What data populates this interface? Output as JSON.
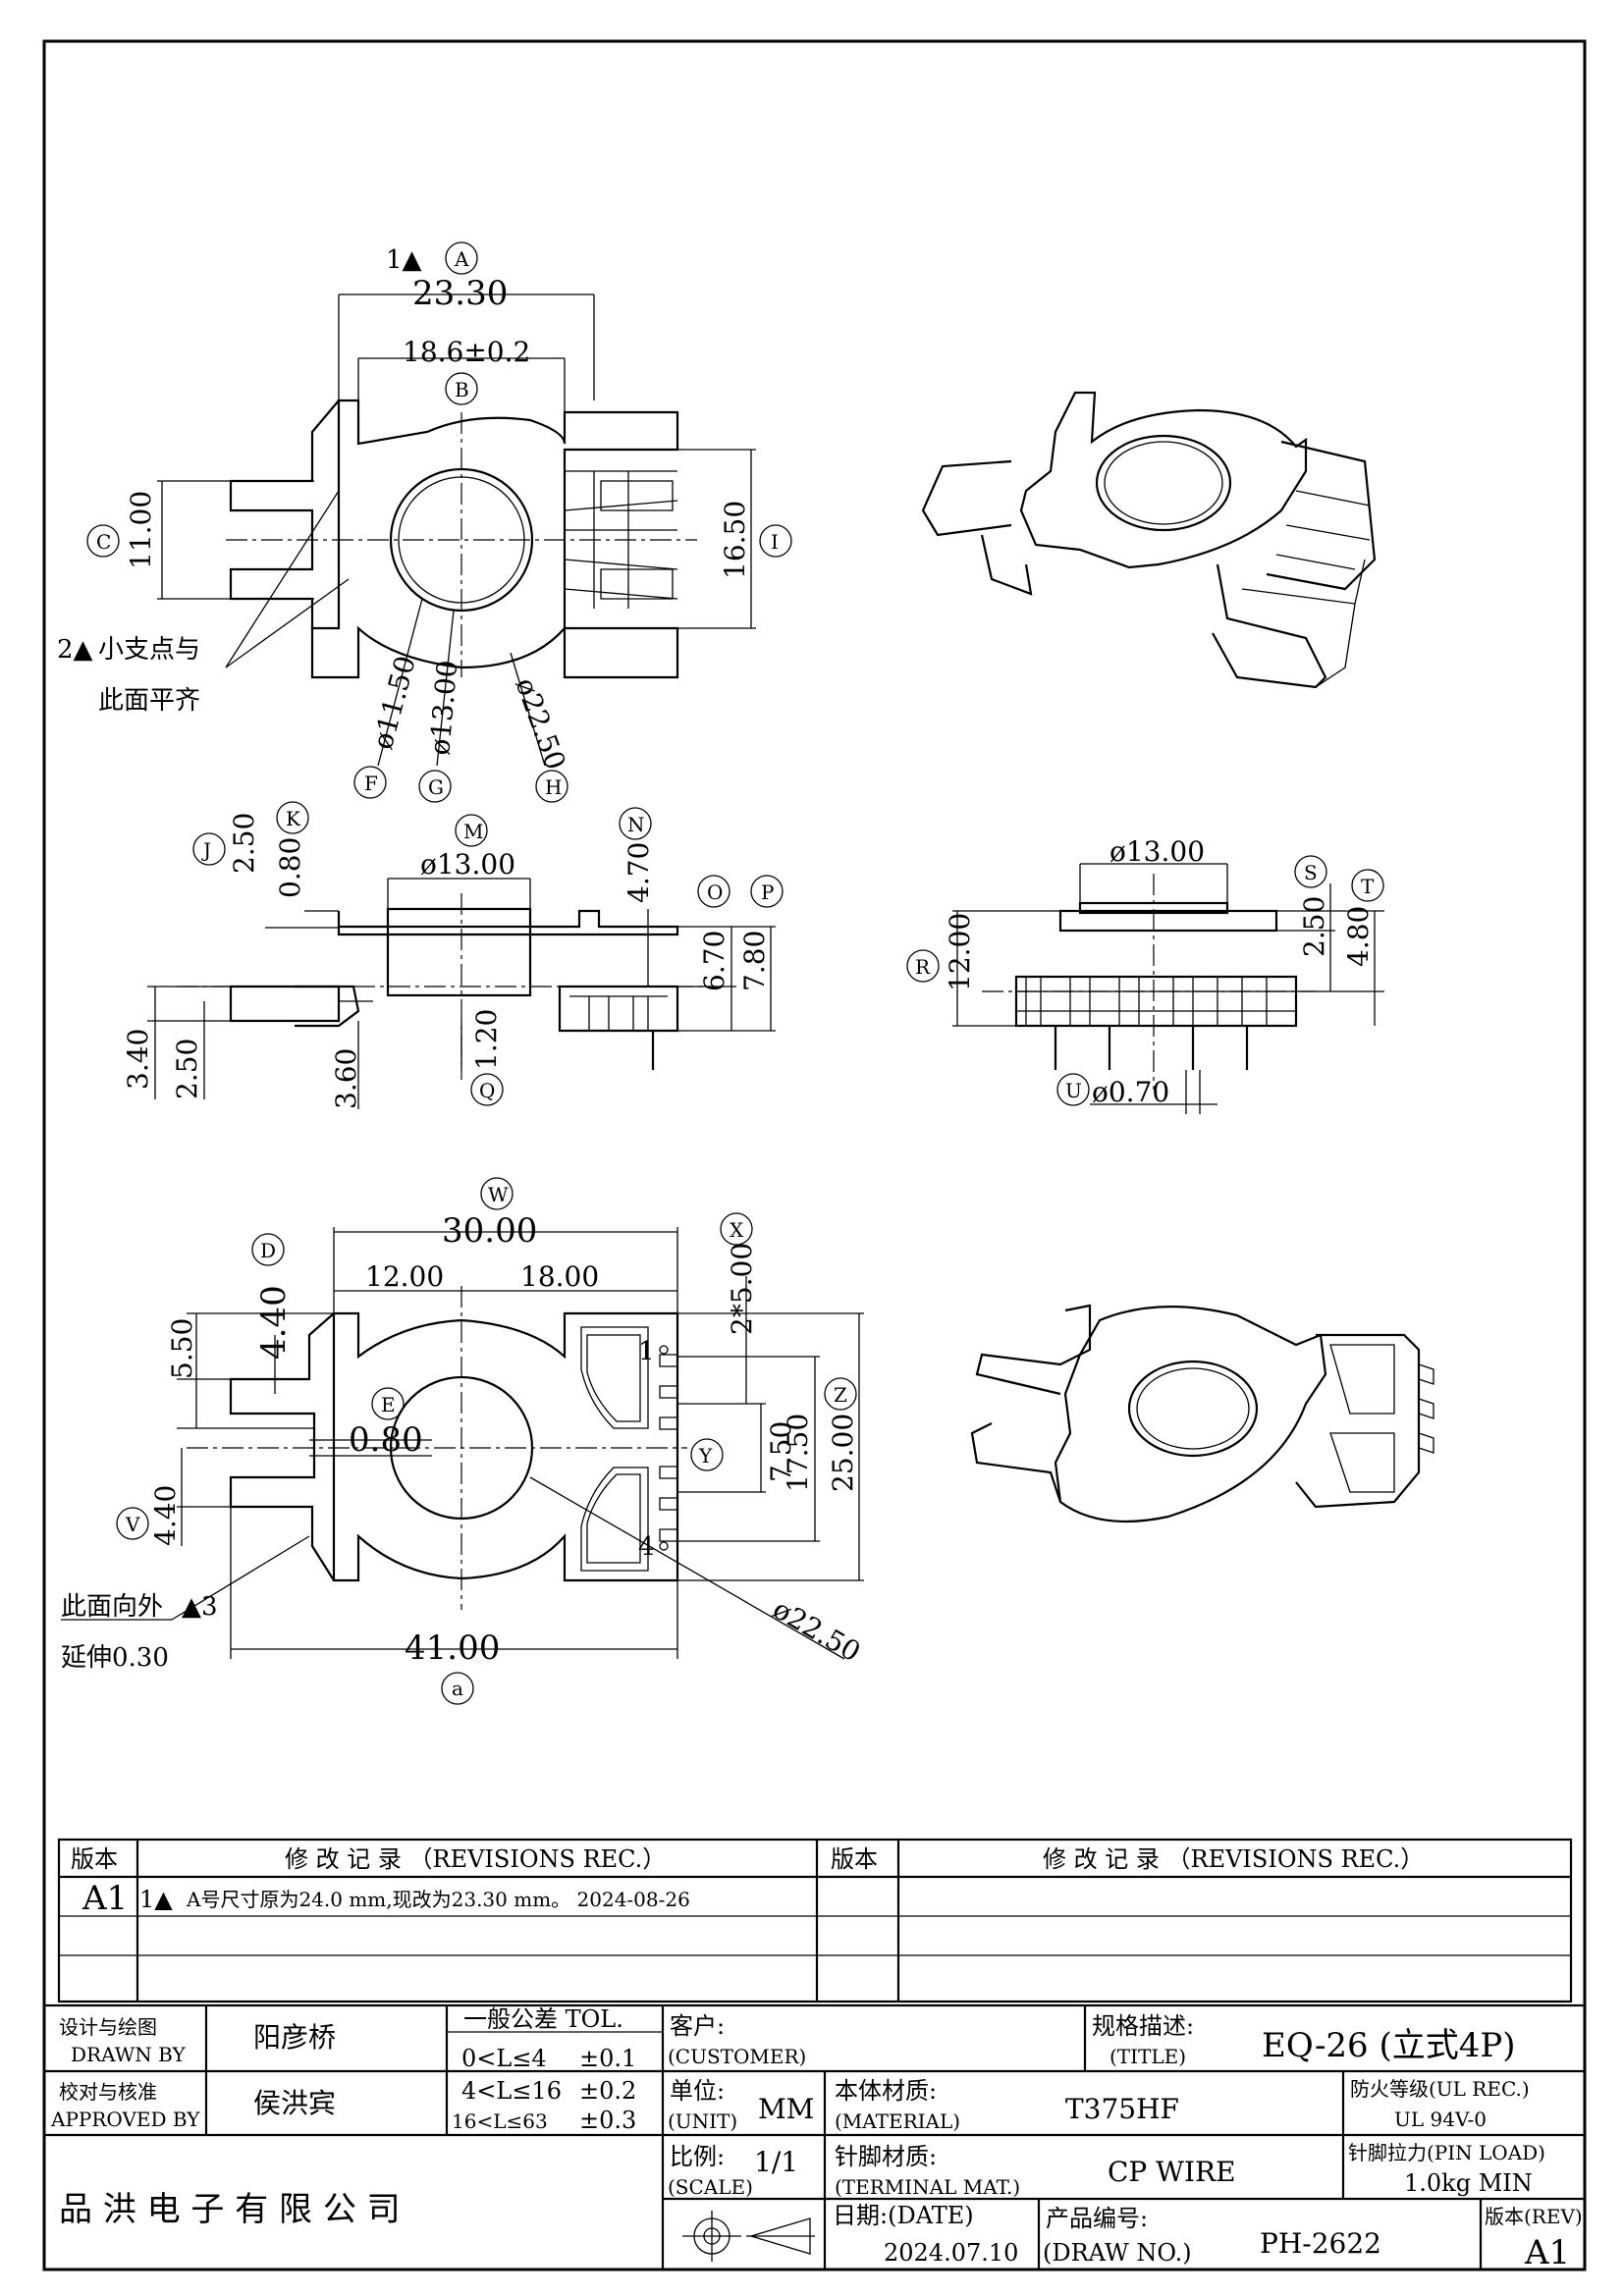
{
  "drawing": {
    "top_view": {
      "revision_marker": "1▲",
      "letters": [
        "A",
        "B",
        "C",
        "I",
        "F",
        "G",
        "H"
      ],
      "dims": {
        "A": "23.30",
        "B": "18.6±0.2",
        "C": "11.00",
        "I": "16.50",
        "F": "ø11.50",
        "G": "ø13.00",
        "H": "ø22.50"
      },
      "note_marker": "2▲",
      "note_line1": "小支点与",
      "note_line2": "此面平齐"
    },
    "side_view": {
      "letters": [
        "J",
        "K",
        "M",
        "N",
        "O",
        "P",
        "Q"
      ],
      "dims": {
        "J": "2.50",
        "K": "0.80",
        "M": "ø13.00",
        "N": "4.70",
        "O": "6.70",
        "P": "7.80",
        "left1": "3.40",
        "left2": "2.50",
        "left3": "3.60",
        "Q": "1.20"
      }
    },
    "end_view": {
      "letters": [
        "R",
        "S",
        "T",
        "U"
      ],
      "dims": {
        "top": "ø13.00",
        "R": "12.00",
        "S": "2.50",
        "T": "4.80",
        "U": "ø0.70"
      }
    },
    "bottom_view": {
      "letters": [
        "W",
        "D",
        "E",
        "V",
        "X",
        "Y",
        "Z",
        "a"
      ],
      "dims": {
        "W": "30.00",
        "left": "12.00",
        "right": "18.00",
        "D": "4.40",
        "D2": "5.50",
        "E": "0.80",
        "V": "4.40",
        "X": "2*5.00",
        "Y": "7.50",
        "mid": "17.50",
        "Z": "25.00",
        "dia": "ø22.50",
        "a": "41.00"
      },
      "pin1": "1",
      "pin4": "4",
      "note_line1": "此面向外",
      "note_marker": "▲3",
      "note_line2": "延伸0.30"
    }
  },
  "revisions": {
    "header_ver": "版本",
    "header_rec": "修 改 记 录 （REVISIONS REC.）",
    "rows": [
      {
        "ver": "A1",
        "marker": "1▲",
        "text": "A号尺寸原为24.0 mm,现改为23.30 mm。 2024-08-26"
      }
    ]
  },
  "title_block": {
    "design_cn": "设计与绘图",
    "design_en": "DRAWN BY",
    "designer": "阳彦桥",
    "approve_cn": "校对与核准",
    "approve_en": "APPROVED BY",
    "approver": "侯洪宾",
    "tol_title": "一般公差 TOL.",
    "tol": [
      {
        "range": "0<L≤4",
        "val": "±0.1"
      },
      {
        "range": "4<L≤16",
        "val": "±0.2"
      },
      {
        "range": "16<L≤63",
        "val": "±0.3"
      }
    ],
    "company": "品 洪 电 子 有 限 公 司",
    "customer_cn": "客户:",
    "customer_en": "(CUSTOMER)",
    "title_cn": "规格描述:",
    "title_en": "(TITLE)",
    "title_value": "EQ-26 (立式4P)",
    "unit_cn": "单位:",
    "unit_en": "(UNIT)",
    "unit_value": "MM",
    "material_cn": "本体材质:",
    "material_en": "(MATERIAL)",
    "material_value": "T375HF",
    "ul_cn": "防火等级(UL REC.)",
    "ul_value": "UL 94V-0",
    "scale_cn": "比例:",
    "scale_en": "(SCALE)",
    "scale_value": "1/1",
    "terminal_cn": "针脚材质:",
    "terminal_en": "(TERMINAL MAT.)",
    "terminal_value": "CP WIRE",
    "pin_load_cn": "针脚拉力(PIN LOAD)",
    "pin_load_value": "1.0kg MIN",
    "date_cn": "日期:(DATE)",
    "date_value": "2024.07.10",
    "drawno_cn": "产品编号:",
    "drawno_en": "(DRAW NO.)",
    "drawno_value": "PH-2622",
    "rev_cn": "版本(REV)",
    "rev_value": "A1"
  }
}
